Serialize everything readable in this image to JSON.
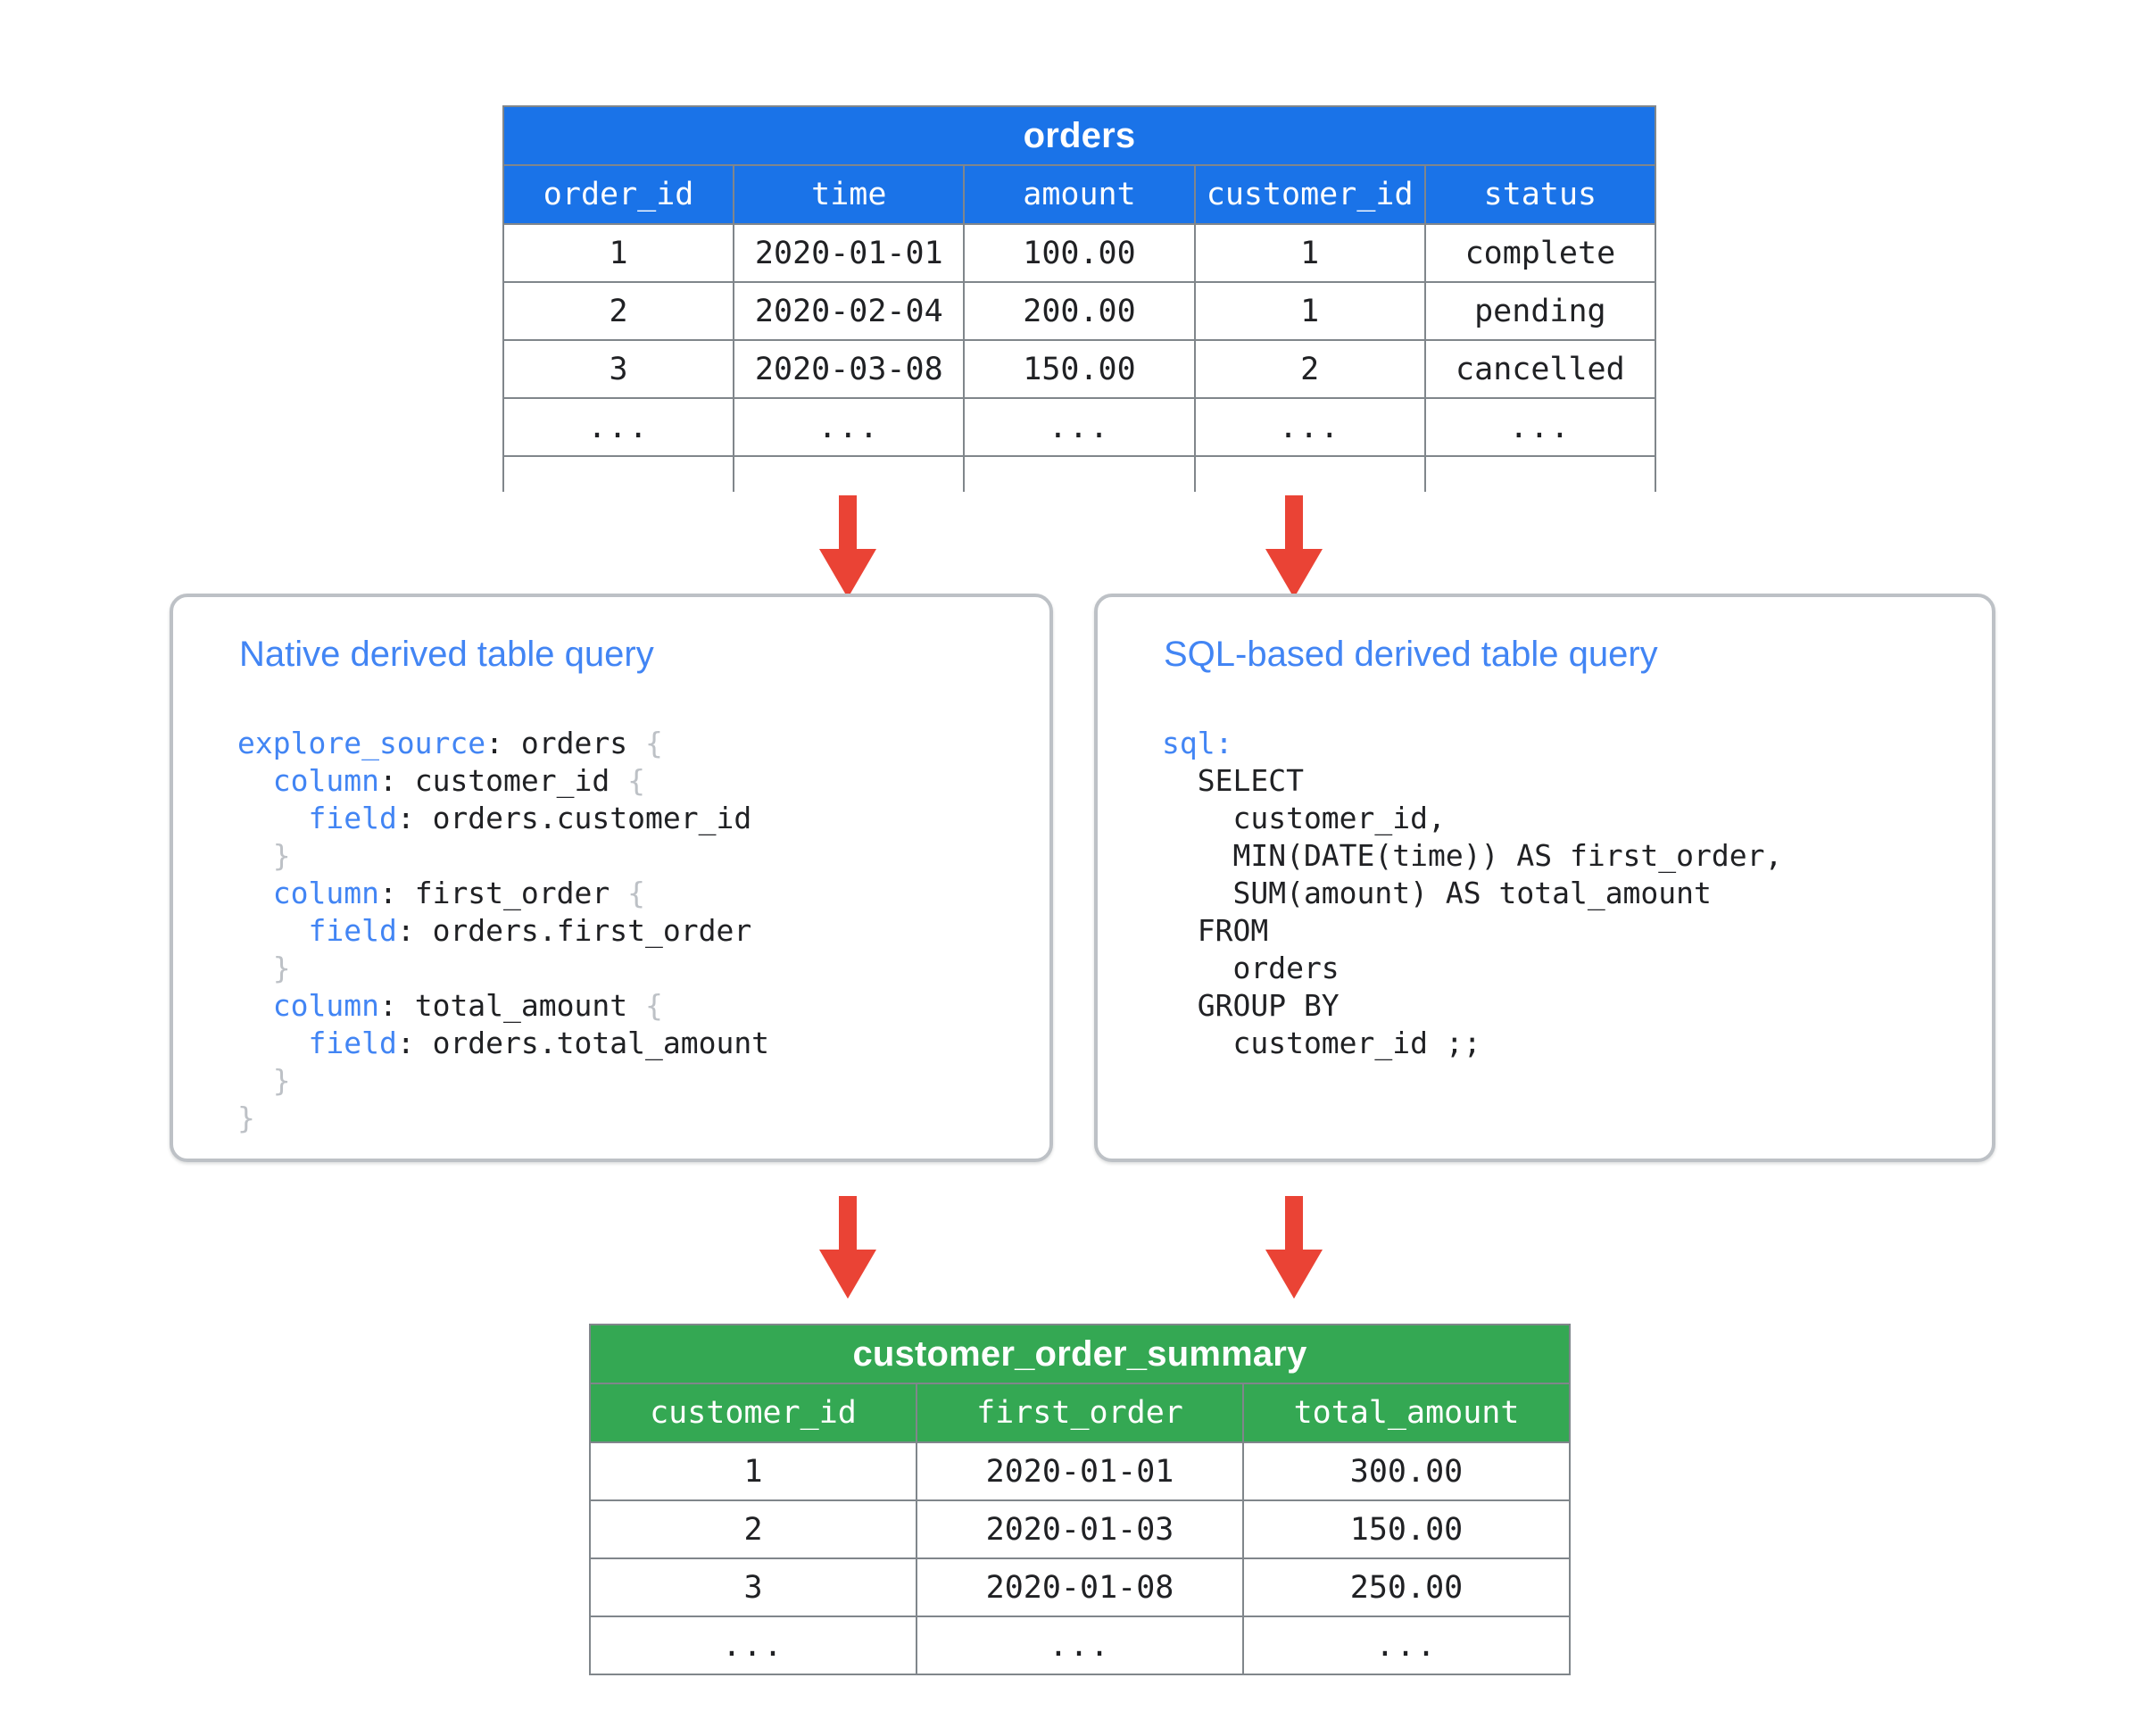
{
  "diagram": {
    "title": "Looker derived table diagram",
    "accent_blue": "#1a73e8",
    "accent_green": "#34a853",
    "accent_red": "#ea4335",
    "keyword_blue": "#4285f4",
    "border_gray": "#80868b"
  },
  "source_table": {
    "name": "orders",
    "columns": [
      "order_id",
      "time",
      "amount",
      "customer_id",
      "status"
    ],
    "rows": [
      [
        "1",
        "2020-01-01",
        "100.00",
        "1",
        "complete"
      ],
      [
        "2",
        "2020-02-04",
        "200.00",
        "1",
        "pending"
      ],
      [
        "3",
        "2020-03-08",
        "150.00",
        "2",
        "cancelled"
      ],
      [
        "...",
        "...",
        "...",
        "...",
        "..."
      ]
    ]
  },
  "result_table": {
    "name": "customer_order_summary",
    "columns": [
      "customer_id",
      "first_order",
      "total_amount"
    ],
    "rows": [
      [
        "1",
        "2020-01-01",
        "300.00"
      ],
      [
        "2",
        "2020-01-03",
        "150.00"
      ],
      [
        "3",
        "2020-01-08",
        "250.00"
      ],
      [
        "...",
        "...",
        "..."
      ]
    ]
  },
  "native_panel": {
    "title": "Native derived table query",
    "lines": [
      [
        {
          "t": "explore_source",
          "c": "kw"
        },
        {
          "t": ": ",
          "c": "val"
        },
        {
          "t": "orders",
          "c": "val"
        },
        {
          "t": " {",
          "c": "brc"
        }
      ],
      [
        {
          "t": "  ",
          "c": "val"
        },
        {
          "t": "column",
          "c": "kw"
        },
        {
          "t": ": customer_id",
          "c": "val"
        },
        {
          "t": " {",
          "c": "brc"
        }
      ],
      [
        {
          "t": "    ",
          "c": "val"
        },
        {
          "t": "field",
          "c": "kw"
        },
        {
          "t": ": orders.customer_id",
          "c": "val"
        }
      ],
      [
        {
          "t": "  }",
          "c": "brc"
        }
      ],
      [
        {
          "t": "  ",
          "c": "val"
        },
        {
          "t": "column",
          "c": "kw"
        },
        {
          "t": ": first_order",
          "c": "val"
        },
        {
          "t": " {",
          "c": "brc"
        }
      ],
      [
        {
          "t": "    ",
          "c": "val"
        },
        {
          "t": "field",
          "c": "kw"
        },
        {
          "t": ": orders.first_order",
          "c": "val"
        }
      ],
      [
        {
          "t": "  }",
          "c": "brc"
        }
      ],
      [
        {
          "t": "  ",
          "c": "val"
        },
        {
          "t": "column",
          "c": "kw"
        },
        {
          "t": ": total_amount",
          "c": "val"
        },
        {
          "t": " {",
          "c": "brc"
        }
      ],
      [
        {
          "t": "    ",
          "c": "val"
        },
        {
          "t": "field",
          "c": "kw"
        },
        {
          "t": ": orders.total_amount",
          "c": "val"
        }
      ],
      [
        {
          "t": "  }",
          "c": "brc"
        }
      ],
      [
        {
          "t": "}",
          "c": "brc"
        }
      ]
    ]
  },
  "sql_panel": {
    "title": "SQL-based derived table query",
    "lines": [
      [
        {
          "t": "sql:",
          "c": "kw"
        }
      ],
      [
        {
          "t": "  SELECT",
          "c": "val"
        }
      ],
      [
        {
          "t": "    customer_id,",
          "c": "val"
        }
      ],
      [
        {
          "t": "    MIN(DATE(time)) AS first_order,",
          "c": "val"
        }
      ],
      [
        {
          "t": "    SUM(amount) AS total_amount",
          "c": "val"
        }
      ],
      [
        {
          "t": "  FROM",
          "c": "val"
        }
      ],
      [
        {
          "t": "    orders",
          "c": "val"
        }
      ],
      [
        {
          "t": "  GROUP BY",
          "c": "val"
        }
      ],
      [
        {
          "t": "    customer_id ;;",
          "c": "val"
        }
      ]
    ]
  },
  "arrows": [
    {
      "name": "arrow-orders-to-native"
    },
    {
      "name": "arrow-orders-to-sql"
    },
    {
      "name": "arrow-native-to-summary"
    },
    {
      "name": "arrow-sql-to-summary"
    }
  ]
}
